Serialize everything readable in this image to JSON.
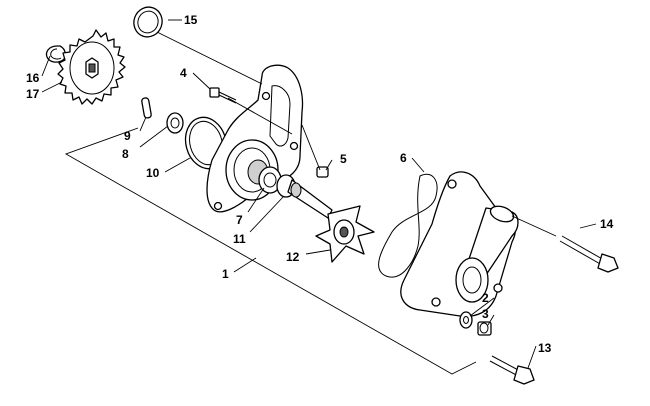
{
  "callouts": [
    {
      "id": "c1",
      "label": "1"
    },
    {
      "id": "c2",
      "label": "2"
    },
    {
      "id": "c3",
      "label": "3"
    },
    {
      "id": "c4",
      "label": "4"
    },
    {
      "id": "c5",
      "label": "5"
    },
    {
      "id": "c6",
      "label": "6"
    },
    {
      "id": "c7",
      "label": "7"
    },
    {
      "id": "c8",
      "label": "8"
    },
    {
      "id": "c9",
      "label": "9"
    },
    {
      "id": "c10",
      "label": "10"
    },
    {
      "id": "c11",
      "label": "11"
    },
    {
      "id": "c12",
      "label": "12"
    },
    {
      "id": "c13",
      "label": "13"
    },
    {
      "id": "c14",
      "label": "14"
    },
    {
      "id": "c15",
      "label": "15"
    },
    {
      "id": "c16",
      "label": "16"
    },
    {
      "id": "c17",
      "label": "17"
    }
  ]
}
